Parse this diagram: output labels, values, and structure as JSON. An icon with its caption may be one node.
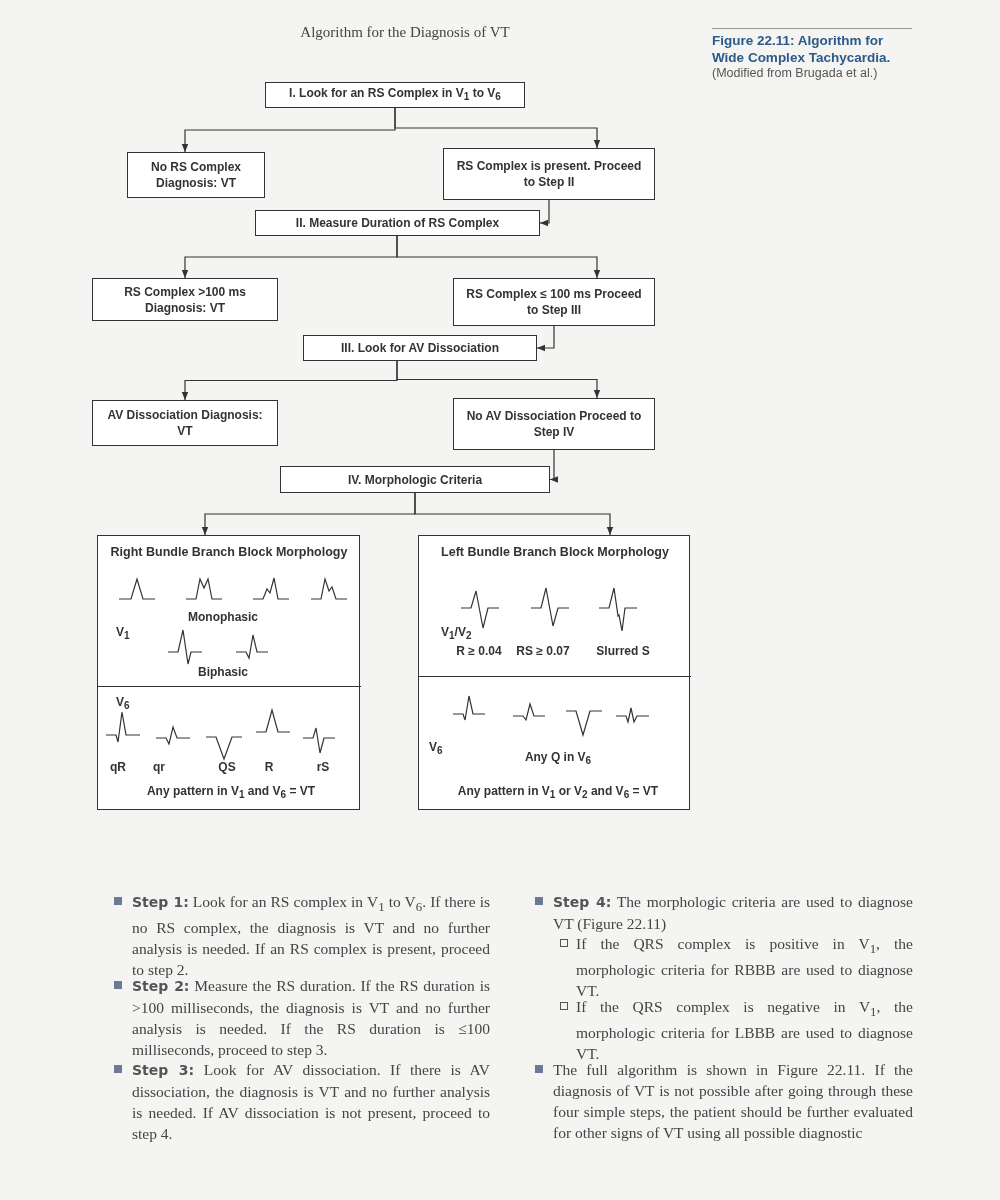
{
  "diagram": {
    "title": "Algorithm for the Diagnosis of VT",
    "caption": "Figure 22.11: Algorithm for Wide Complex Tachycardia.",
    "nodes": [
      {
        "text": [
          "I. Look for an RS Complex in V$_{1}$ to V$_{6}$"
        ]
      },
      {
        "text": [
          "No RS Complex Diagnosis: VT"
        ]
      },
      {
        "text": [
          "RS Complex is present. Proceed to Step II"
        ]
      },
      {
        "text": [
          "II. Measure Duration of RS Complex"
        ]
      },
      {
        "text": [
          "RS Complex >100 ms Diagnosis: VT"
        ]
      },
      {
        "text": [
          "RS Complex ≤ 100 ms Proceed to Step III"
        ]
      },
      {
        "text": [
          "III. Look for AV Dissociation"
        ]
      },
      {
        "text": [
          "AV Dissociation Diagnosis: VT"
        ]
      },
      {
        "text": [
          "No AV Dissociation Proceed to Step IV"
        ]
      },
      {
        "text": [
          "IV. Morphologic Criteria"
        ]
      },
      {
        "text": [
          "Right Bundle Branch Block Morphology"
        ]
      },
      {
        "text": [
          "Monophasic",
          "V$_{1}$",
          "Biphasic"
        ],
        "in": 10
      },
      {
        "text": [
          "V$_{6}$",
          "qR",
          "qr",
          "QS",
          "R",
          "rS",
          "Any pattern in V$_{1}$ and V$_{6}$ = VT"
        ],
        "in": 10
      },
      {
        "text": [
          "Left Bundle Branch Block Morphology"
        ]
      },
      {
        "text": [
          "V$_{1}$/V$_{2}$",
          "R ≥ 0.04",
          "RS ≥ 0.07",
          "Slurred S"
        ],
        "in": 13
      },
      {
        "text": [
          "V$_{6}$",
          "Any Q in V$_{6}$",
          "Any pattern in V$_{1}$ or V$_{2}$ and V$_{6}$ = VT"
        ],
        "in": 13
      }
    ],
    "edges": [
      {
        "from": 0,
        "to": 1,
        "arrow": "to"
      },
      {
        "from": 0,
        "to": 2,
        "arrow": "to"
      },
      {
        "from": 2,
        "to": 3,
        "arrow": "to"
      },
      {
        "from": 3,
        "to": 4,
        "arrow": "to"
      },
      {
        "from": 3,
        "to": 5,
        "arrow": "to"
      },
      {
        "from": 5,
        "to": 6,
        "arrow": "to"
      },
      {
        "from": 6,
        "to": 7,
        "arrow": "to"
      },
      {
        "from": 6,
        "to": 8,
        "arrow": "to"
      },
      {
        "from": 8,
        "to": 9,
        "arrow": "to"
      },
      {
        "from": 9,
        "to": 10,
        "arrow": "to"
      },
      {
        "from": 9,
        "to": 13,
        "arrow": "to"
      }
    ],
    "labels": [
      "(Modified from Brugada et al.)",
      "**Step 1:** Look for an RS complex in V$_{1}$ to V$_{6}$. If there is no RS complex, the diagnosis is VT and no further analysis is needed. If an RS complex is present, proceed to step 2.",
      "**Step 2:** Measure the RS duration. If the RS duration is >100 milliseconds, the diagnosis is VT and no further analysis is needed. If the RS duration is ≤100 milliseconds, proceed to step 3.",
      "**Step 3:** Look for AV dissociation. If there is AV dissociation, the diagnosis is VT and no further analysis is needed. If AV dissociation is not present, proceed to step 4.",
      "**Step 4:** The morphologic criteria are used to diagnose VT (Figure 22.11)",
      "If the QRS complex is positive in V$_{1}$, the morphologic criteria for RBBB are used to diagnose VT.",
      "If the QRS complex is negative in V$_{1}$, the morphologic criteria for LBBB are used to diagnose VT.",
      "The full algorithm is shown in Figure 22.11. If the diagnosis of VT is not possible after going through these four simple steps, the patient should be further evaluated for other signs of VT using all possible diagnostic"
    ]
  }
}
